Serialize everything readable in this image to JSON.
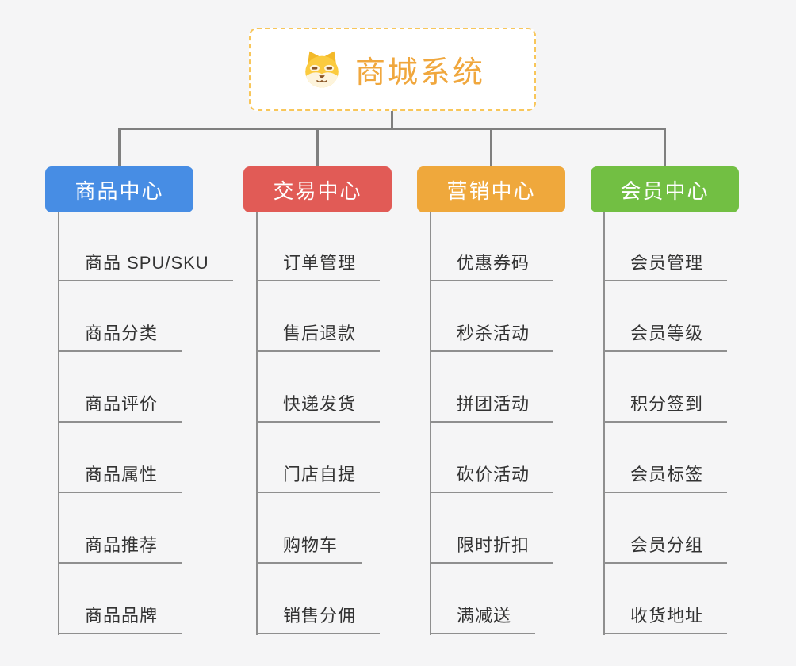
{
  "root": {
    "title": "商城系统",
    "icon": "shiba-dog-face",
    "text_color": "#f0a73d",
    "border_color": "#f8c65a"
  },
  "connector_color": "#7f7f7f",
  "underline_color": "#8f8f8f",
  "item_text_color": "#333333",
  "branches": [
    {
      "label": "商品中心",
      "color": "#478de4",
      "items": [
        "商品 SPU/SKU",
        "商品分类",
        "商品评价",
        "商品属性",
        "商品推荐",
        "商品品牌"
      ]
    },
    {
      "label": "交易中心",
      "color": "#e15b56",
      "items": [
        "订单管理",
        "售后退款",
        "快递发货",
        "门店自提",
        "购物车",
        "销售分佣"
      ]
    },
    {
      "label": "营销中心",
      "color": "#efa83c",
      "items": [
        "优惠券码",
        "秒杀活动",
        "拼团活动",
        "砍价活动",
        "限时折扣",
        "满减送"
      ]
    },
    {
      "label": "会员中心",
      "color": "#72bf43",
      "items": [
        "会员管理",
        "会员等级",
        "积分签到",
        "会员标签",
        "会员分组",
        "收货地址"
      ]
    }
  ]
}
